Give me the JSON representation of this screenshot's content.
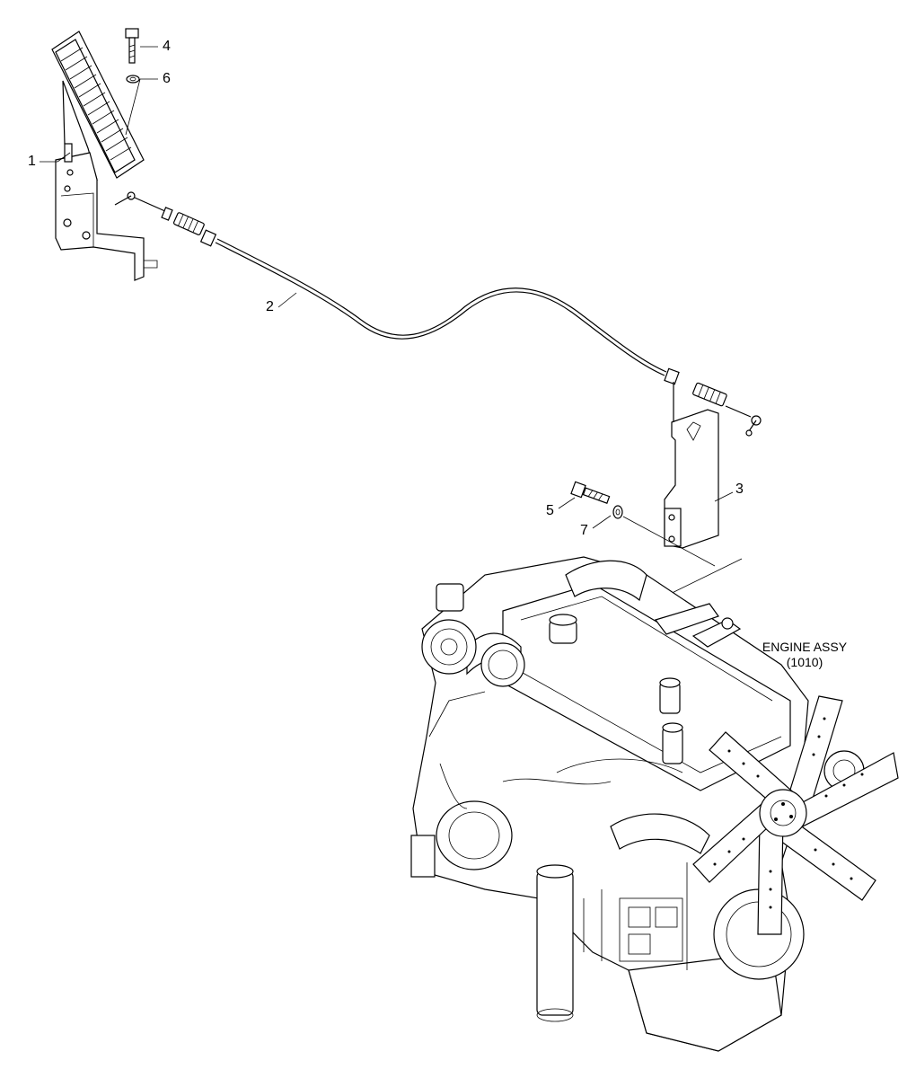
{
  "callouts": {
    "c1": "1",
    "c2": "2",
    "c3": "3",
    "c4": "4",
    "c5": "5",
    "c6": "6",
    "c7": "7"
  },
  "engine": {
    "name": "ENGINE ASSY",
    "code": "(1010)"
  },
  "colors": {
    "line": "#000000",
    "background": "#ffffff"
  }
}
